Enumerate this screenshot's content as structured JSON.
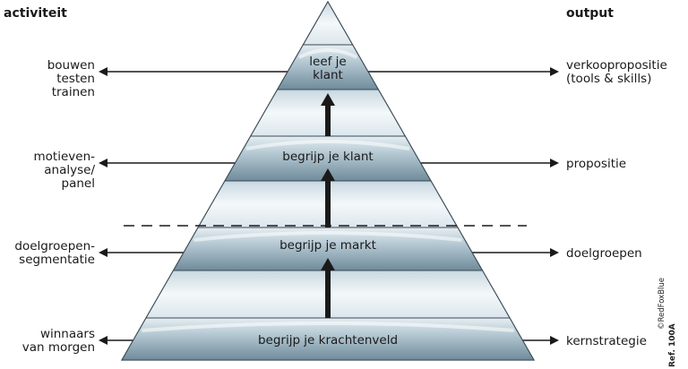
{
  "headers": {
    "left": "activiteit",
    "right": "output"
  },
  "activities": [
    "bouwen\ntesten\ntrainen",
    "motieven-\nanalyse/\npanel",
    "doelgroepen-\nsegmentatie",
    "winnaars\nvan morgen"
  ],
  "levels": [
    "leef je\nklant",
    "begrijp je klant",
    "begrijp je markt",
    "begrijp je krachtenveld"
  ],
  "outputs": [
    "verkoopropositie\n(tools & skills)",
    "propositie",
    "doelgroepen",
    "kernstrategie"
  ],
  "credit": {
    "copyright": "©RedFoxBlue",
    "ref": "Ref. 100A"
  },
  "colors": {
    "band_dark": "#7d98a7",
    "band_light": "#d6e2e8",
    "gap": "#eef4f7",
    "outline": "#3a4a55",
    "arrow": "#1a1a1a"
  }
}
